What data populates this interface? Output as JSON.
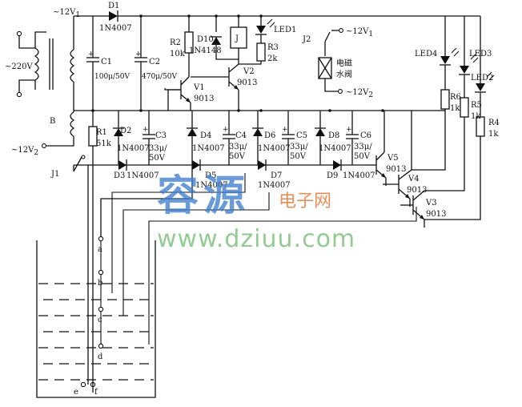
{
  "labels": {
    "v12_top": "~12V",
    "v12_top_sub": "1",
    "v220": "~220V",
    "b": "B",
    "v12_2": "~12V",
    "v12_2_sub": "2",
    "d1": "D1",
    "d1_type": "1N4007",
    "c1": "C1",
    "c1_val": "100μ/50V",
    "c2": "C2",
    "c2_val": "470μ/50V",
    "r2": "R2",
    "r2_val": "10k",
    "d10": "D10",
    "d10_type": "1N4148",
    "j": "J",
    "led1": "LED1",
    "r3": "R3",
    "r3_val": "2k",
    "v1": "V1",
    "v1_type": "9013",
    "v2": "V2",
    "v2_type": "9013",
    "j2": "J2",
    "j2_v1": "~12V",
    "j2_v1_sub": "1",
    "valve_l1": "电磁",
    "valve_l2": "水阀",
    "valve_v2": "~12V",
    "valve_v2_sub": "2",
    "led4": "LED4",
    "led3": "LED3",
    "led2": "LED2",
    "r6": "R6",
    "r6_val": "1k",
    "r5": "R5",
    "r5_val": "1k",
    "r4": "R4",
    "r4_val": "1k",
    "r1": "R1",
    "r1_val": "51k",
    "d2": "D2",
    "d2_type": "1N4007",
    "c3": "C3",
    "c3_val1": "33μ/",
    "c3_val2": "50V",
    "d4": "D4",
    "d4_type": "1N4007",
    "c4": "C4",
    "c4_val1": "33μ/",
    "c4_val2": "50V",
    "d6": "D6",
    "d6_type": "1N4007",
    "c5": "C5",
    "c5_val1": "33μ/",
    "c5_val2": "50V",
    "d8": "D8",
    "d8_type": "1N4007",
    "c6": "C6",
    "c6_val1": "33μ/",
    "c6_val2": "50V",
    "j1": "J1",
    "d3": "D3",
    "d3_type": "1N4007",
    "d5": "D5",
    "d5_type": "1N4007",
    "d7": "D7",
    "d7_type": "1N4007",
    "d9": "D9",
    "d9_type": "1N4007",
    "v5": "V5",
    "v5_type": "9013",
    "v4": "V4",
    "v4_type": "9013",
    "v3": "V3",
    "v3_type": "9013",
    "probe_a": "a",
    "probe_b": "b",
    "probe_c": "c",
    "probe_d": "d",
    "probe_e": "e",
    "probe_f": "f"
  },
  "watermark": {
    "cn_main": "容源",
    "cn_sub": "电子网",
    "url": "www.dziuu.com"
  },
  "colors": {
    "watermark_blue": "#3f7fd0",
    "watermark_orange": "#e87a3a",
    "watermark_green": "#7fc47f"
  }
}
